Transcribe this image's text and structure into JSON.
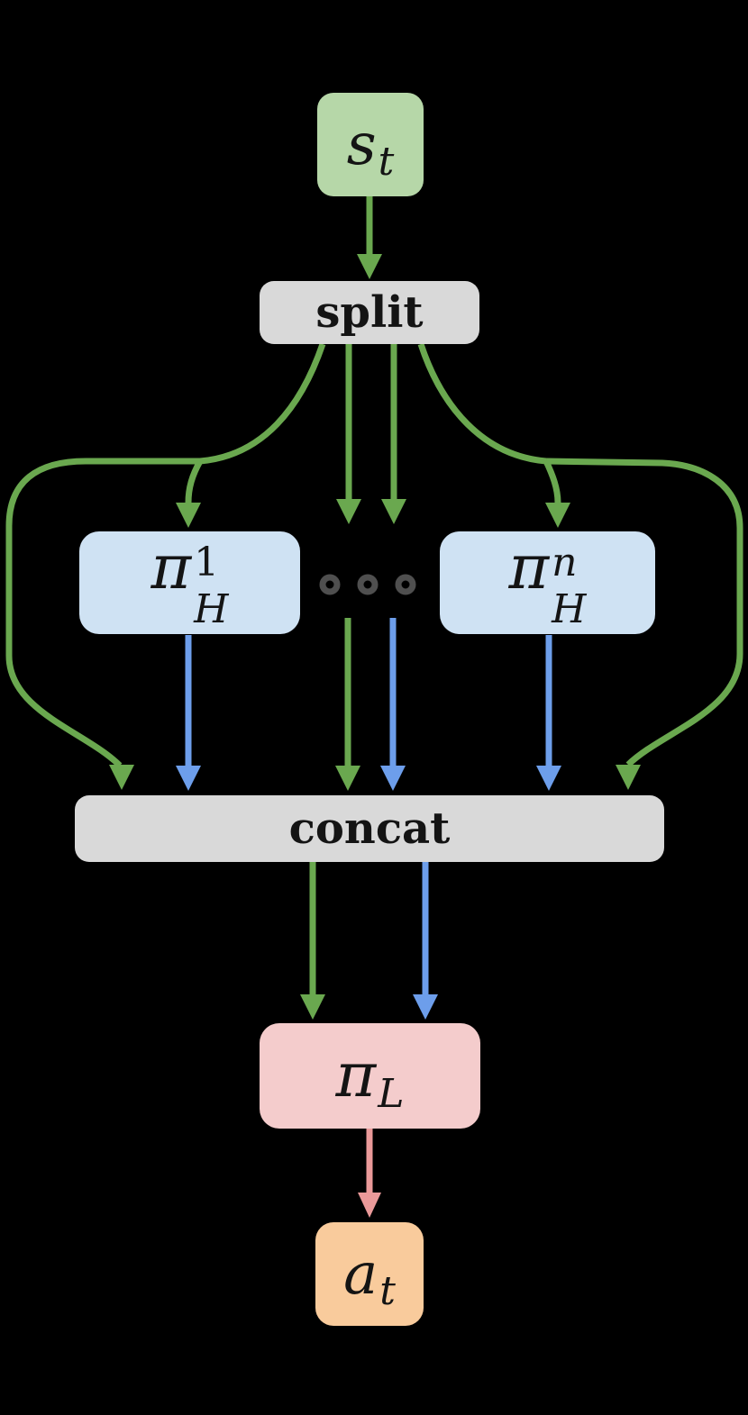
{
  "diagram_title": "hierarchical policy: split state to high-level policies, concat to low-level policy",
  "background": "#000000",
  "nodes": {
    "state": {
      "base": "s",
      "sub": "t",
      "fill": "#b6d7a8"
    },
    "split": {
      "label": "split",
      "fill": "#d9d9d9"
    },
    "pi_h1": {
      "base": "π",
      "sup": "1",
      "sub": "H",
      "fill": "#cfe2f3"
    },
    "pi_hn": {
      "base": "π",
      "sup": "n",
      "sub": "H",
      "fill": "#cfe2f3"
    },
    "concat": {
      "label": "concat",
      "fill": "#d9d9d9"
    },
    "pi_l": {
      "base": "π",
      "sub": "L",
      "fill": "#f4cccc"
    },
    "action": {
      "base": "a",
      "sub": "t",
      "fill": "#f9cb9c"
    }
  },
  "ellipsis": {
    "dot_count": 3,
    "color": "#4f4f4f"
  },
  "flow_colors": {
    "state_flow_green": "#6aa84f",
    "policy_output_blue": "#6d9eeb",
    "action_flow_pink": "#ea9999"
  },
  "edges": [
    {
      "from": "state",
      "to": "split",
      "color": "green"
    },
    {
      "from": "split",
      "to": "pi_h1",
      "color": "green"
    },
    {
      "from": "split",
      "to": "pi_hn",
      "color": "green"
    },
    {
      "from": "split",
      "to": "ellipsis-left",
      "color": "green"
    },
    {
      "from": "split",
      "to": "ellipsis-right",
      "color": "green"
    },
    {
      "from": "split",
      "to": "concat",
      "color": "green",
      "note": "left bypass"
    },
    {
      "from": "split",
      "to": "concat",
      "color": "green",
      "note": "right bypass"
    },
    {
      "from": "ellipsis",
      "to": "concat",
      "color": "green"
    },
    {
      "from": "ellipsis",
      "to": "concat",
      "color": "blue"
    },
    {
      "from": "pi_h1",
      "to": "concat",
      "color": "blue"
    },
    {
      "from": "pi_hn",
      "to": "concat",
      "color": "blue"
    },
    {
      "from": "concat",
      "to": "pi_l",
      "color": "green"
    },
    {
      "from": "concat",
      "to": "pi_l",
      "color": "blue"
    },
    {
      "from": "pi_l",
      "to": "action",
      "color": "pink"
    }
  ]
}
